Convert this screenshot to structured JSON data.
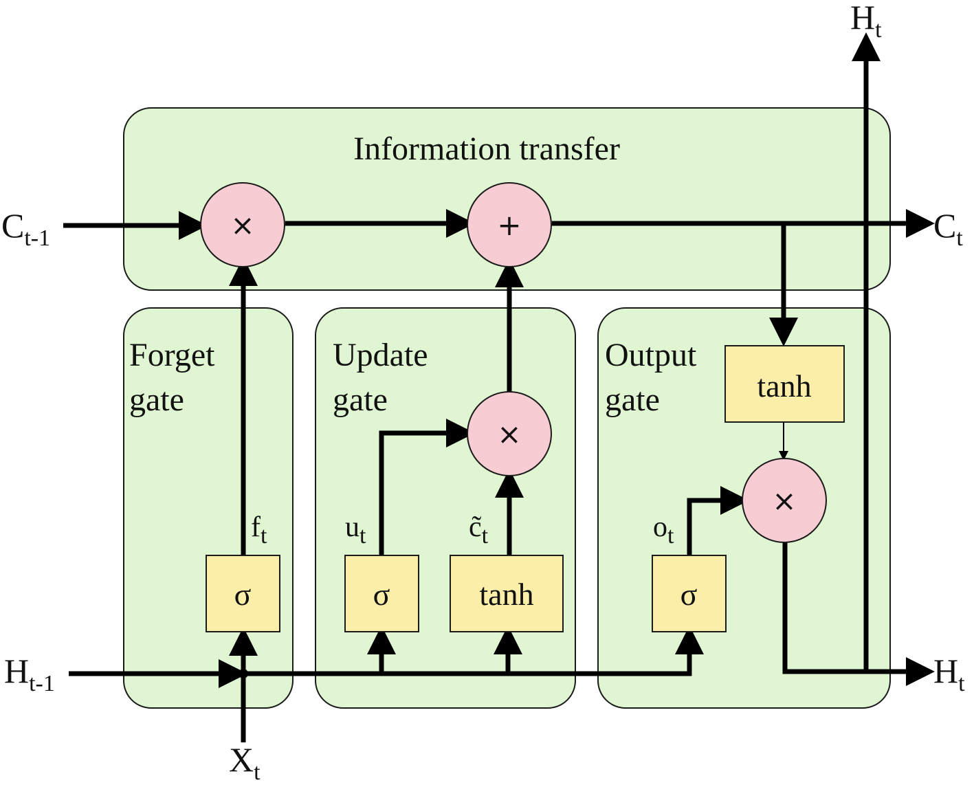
{
  "regions": {
    "information_transfer": "Information transfer",
    "forget_gate": [
      "Forget",
      "gate"
    ],
    "update_gate": [
      "Update",
      "gate"
    ],
    "output_gate": [
      "Output",
      "gate"
    ]
  },
  "operators": {
    "multiply": "×",
    "add": "+"
  },
  "functions": {
    "sigma": "σ",
    "tanh": "tanh"
  },
  "io": {
    "cell_prev": {
      "base": "C",
      "sub": "t-1"
    },
    "cell_next": {
      "base": "C",
      "sub": "t"
    },
    "hidden_prev": {
      "base": "H",
      "sub": "t-1"
    },
    "hidden_next": {
      "base": "H",
      "sub": "t"
    },
    "hidden_up": {
      "base": "H",
      "sub": "t"
    },
    "input": {
      "base": "X",
      "sub": "t"
    }
  },
  "signals": {
    "forget": {
      "base": "f",
      "sub": "t"
    },
    "update": {
      "base": "u",
      "sub": "t"
    },
    "candidate": {
      "base": "c̃",
      "sub": "t"
    },
    "output": {
      "base": "o",
      "sub": "t"
    }
  },
  "colors": {
    "region_fill": "#e0f6d2",
    "operator_fill": "#f7ccd2",
    "function_fill": "#fbeea8"
  }
}
